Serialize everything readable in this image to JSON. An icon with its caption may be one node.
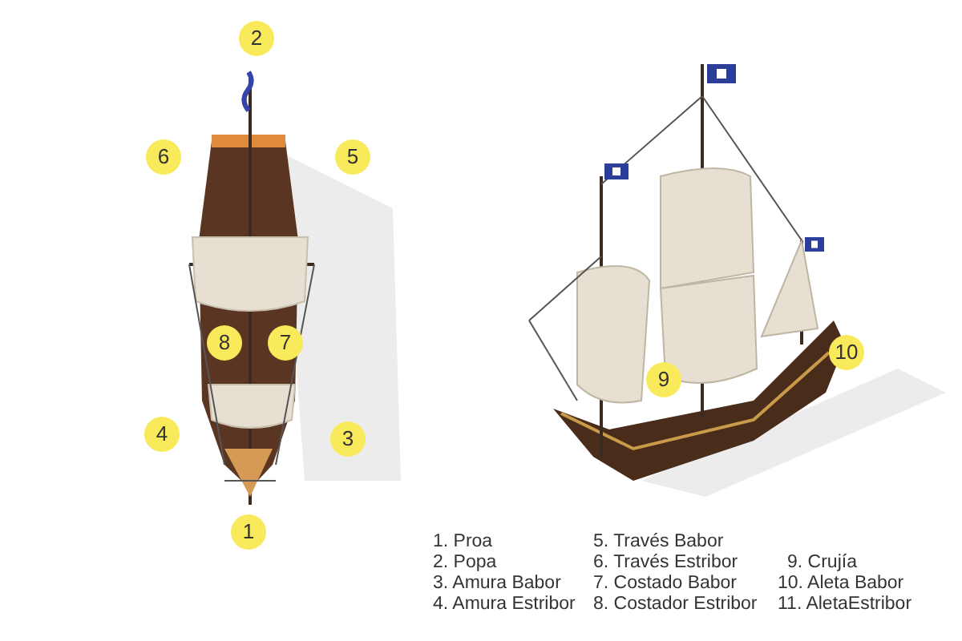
{
  "diagram": {
    "labels": [
      "2",
      "6",
      "5",
      "8",
      "7",
      "10",
      "9",
      "4",
      "3",
      "1",
      "1. Proa",
      "2. Popa",
      "3. Amura Babor",
      "4. Amura Estribor",
      "5. Través Babor",
      "6. Través Estribor",
      "7. Costado Babor",
      "8. Costador Estribor",
      "9. Crujía",
      "10. Aleta Babor",
      "11. AletaEstribor"
    ]
  }
}
